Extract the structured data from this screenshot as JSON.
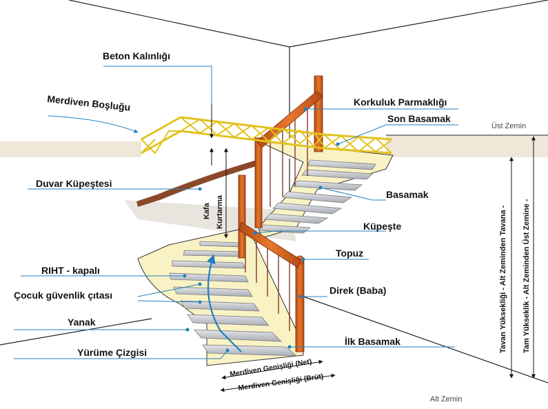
{
  "labels": {
    "beton_kalinligi": "Beton Kalınlığı",
    "merdiven_boslugu": "Merdiven Boşluğu",
    "korkuluk_parmakligi": "Korkuluk Parmaklığı",
    "son_basamak": "Son Basamak",
    "ust_zemin": "Üst Zemin",
    "duvar_kupestesi": "Duvar Küpeştesi",
    "kafa_kurtarma_1": "Kafa",
    "kafa_kurtarma_2": "Kurtarma",
    "basamak": "Basamak",
    "kupeste": "Küpeşte",
    "topuz": "Topuz",
    "riht_kapali": "RIHT - kapalı",
    "cocuk_guvenlik": "Çocuk güvenlik çıtası",
    "direk_baba": "Direk (Baba)",
    "yanak": "Yanak",
    "ilk_basamak": "İlk  Basamak",
    "yurume_cizgisi": "Yürüme Çizgisi",
    "genislik_net": "Merdiven Genişliği (Net)",
    "genislik_brut": "Merdiven Genişliği   (Brüt)",
    "alt_zemin": "Alt Zemin",
    "tavan_yuksekligi": "Tavan Yüksekliği  -  Alt Zeminden Tavana -",
    "tam_yukseklik": "Tam Yükseklik  -  Alt Zeminden Üst Zemine -"
  },
  "colors": {
    "leader": "#1f7fc0",
    "slab": "#efe8d8",
    "wall_line": "#222222",
    "stringer": "#f9f2c4",
    "step": "#c4c7cc",
    "post": "#d0621f",
    "railing_yellow": "#f2d83a",
    "wall_rail": "#8a4a2a"
  }
}
